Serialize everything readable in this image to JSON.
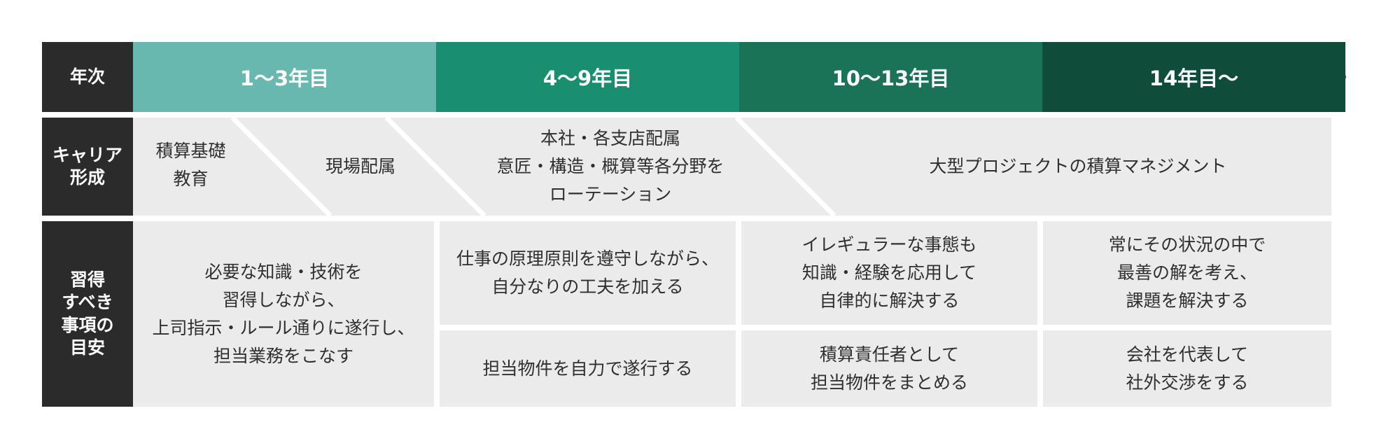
{
  "row_labels": {
    "year": "年次",
    "career": "キャリア\n形成",
    "skills": "習得\nすべき\n事項の\n目安"
  },
  "phases": [
    {
      "label": "1〜3年目",
      "color": "#69b8b0"
    },
    {
      "label": "4〜9年目",
      "color": "#1a8f6f"
    },
    {
      "label": "10〜13年目",
      "color": "#1a7357"
    },
    {
      "label": "14年目〜",
      "color": "#0f4d3a"
    }
  ],
  "career": {
    "basic_training": "積算基礎\n教育",
    "site_assignment": "現場配属",
    "rotation": "本社・各支店配属\n意匠・構造・概算等各分野を\nローテーション",
    "management": "大型プロジェクトの積算マネジメント"
  },
  "skills": {
    "phase1": "必要な知識・技術を\n習得しながら、\n上司指示・ルール通りに遂行し、\n担当業務をこなす",
    "phase2_top": "仕事の原理原則を遵守しながら、\n自分なりの工夫を加える",
    "phase2_bottom": "担当物件を自力で遂行する",
    "phase3_top": "イレギュラーな事態も\n知識・経験を応用して\n自律的に解決する",
    "phase3_bottom": "積算責任者として\n担当物件をまとめる",
    "phase4_top": "常にその状況の中で\n最善の解を考え、\n課題を解決する",
    "phase4_bottom": "会社を代表して\n社外交渉をする"
  },
  "colors": {
    "label_bg": "#2b2b2b",
    "cell_bg": "#ebebeb",
    "text": "#2f2f2f"
  }
}
